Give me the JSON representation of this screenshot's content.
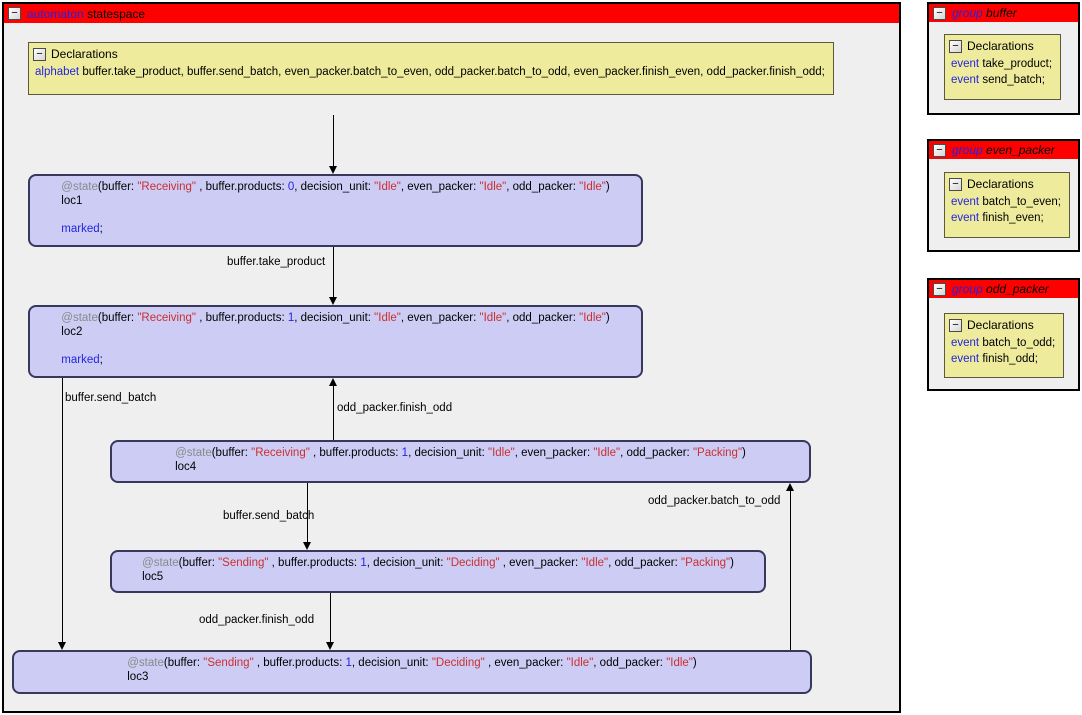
{
  "icons": {
    "collapse": "−"
  },
  "colors": {
    "title_bar_red": "#ff0000",
    "declarations_yellow": "#eeec9c",
    "state_fill_lavender": "#ccccf5",
    "state_border": "#38385c",
    "keyword_blue": "#2424e0",
    "string_red": "#cc3030",
    "annotation_gray": "#8a8a8a",
    "panel_background": "#efefef"
  },
  "strings": {
    "marked": "marked",
    "semicolon": ";"
  },
  "main": {
    "keyword": "automaton",
    "name": "statespace",
    "declarations": {
      "title": "Declarations",
      "alphabet_kw": "alphabet",
      "alphabet_rest": " buffer.take_product, buffer.send_batch, even_packer.batch_to_even, odd_packer.batch_to_odd, even_packer.finish_even, odd_packer.finish_odd;"
    }
  },
  "states": [
    {
      "id": "loc1",
      "marked": true,
      "line": [
        {
          "t": "@state",
          "c": "gray"
        },
        {
          "t": "(buffer: ",
          "c": "plain"
        },
        {
          "t": "\"Receiving\"",
          "c": "str"
        },
        {
          "t": " , buffer.products: ",
          "c": "plain"
        },
        {
          "t": "0",
          "c": "num"
        },
        {
          "t": ", decision_unit: ",
          "c": "plain"
        },
        {
          "t": "\"Idle\"",
          "c": "str"
        },
        {
          "t": ", even_packer: ",
          "c": "plain"
        },
        {
          "t": "\"Idle\"",
          "c": "str"
        },
        {
          "t": ", odd_packer: ",
          "c": "plain"
        },
        {
          "t": "\"Idle\"",
          "c": "str"
        },
        {
          "t": ")",
          "c": "plain"
        }
      ]
    },
    {
      "id": "loc2",
      "marked": true,
      "line": [
        {
          "t": "@state",
          "c": "gray"
        },
        {
          "t": "(buffer: ",
          "c": "plain"
        },
        {
          "t": "\"Receiving\"",
          "c": "str"
        },
        {
          "t": " , buffer.products: ",
          "c": "plain"
        },
        {
          "t": "1",
          "c": "num"
        },
        {
          "t": ", decision_unit: ",
          "c": "plain"
        },
        {
          "t": "\"Idle\"",
          "c": "str"
        },
        {
          "t": ", even_packer: ",
          "c": "plain"
        },
        {
          "t": "\"Idle\"",
          "c": "str"
        },
        {
          "t": ", odd_packer: ",
          "c": "plain"
        },
        {
          "t": "\"Idle\"",
          "c": "str"
        },
        {
          "t": ")",
          "c": "plain"
        }
      ]
    },
    {
      "id": "loc4",
      "marked": false,
      "line": [
        {
          "t": "@state",
          "c": "gray"
        },
        {
          "t": "(buffer: ",
          "c": "plain"
        },
        {
          "t": "\"Receiving\"",
          "c": "str"
        },
        {
          "t": " , buffer.products: ",
          "c": "plain"
        },
        {
          "t": "1",
          "c": "num"
        },
        {
          "t": ", decision_unit: ",
          "c": "plain"
        },
        {
          "t": "\"Idle\"",
          "c": "str"
        },
        {
          "t": ", even_packer: ",
          "c": "plain"
        },
        {
          "t": "\"Idle\"",
          "c": "str"
        },
        {
          "t": ", odd_packer: ",
          "c": "plain"
        },
        {
          "t": "\"Packing\"",
          "c": "str"
        },
        {
          "t": ")",
          "c": "plain"
        }
      ]
    },
    {
      "id": "loc5",
      "marked": false,
      "line": [
        {
          "t": "@state",
          "c": "gray"
        },
        {
          "t": "(buffer: ",
          "c": "plain"
        },
        {
          "t": "\"Sending\"",
          "c": "str"
        },
        {
          "t": " , buffer.products: ",
          "c": "plain"
        },
        {
          "t": "1",
          "c": "num"
        },
        {
          "t": ", decision_unit: ",
          "c": "plain"
        },
        {
          "t": "\"Deciding\"",
          "c": "str"
        },
        {
          "t": " , even_packer: ",
          "c": "plain"
        },
        {
          "t": "\"Idle\"",
          "c": "str"
        },
        {
          "t": ", odd_packer: ",
          "c": "plain"
        },
        {
          "t": "\"Packing\"",
          "c": "str"
        },
        {
          "t": ")",
          "c": "plain"
        }
      ]
    },
    {
      "id": "loc3",
      "marked": false,
      "line": [
        {
          "t": "@state",
          "c": "gray"
        },
        {
          "t": "(buffer: ",
          "c": "plain"
        },
        {
          "t": "\"Sending\"",
          "c": "str"
        },
        {
          "t": " , buffer.products: ",
          "c": "plain"
        },
        {
          "t": "1",
          "c": "num"
        },
        {
          "t": ", decision_unit: ",
          "c": "plain"
        },
        {
          "t": "\"Deciding\"",
          "c": "str"
        },
        {
          "t": " , even_packer: ",
          "c": "plain"
        },
        {
          "t": "\"Idle\"",
          "c": "str"
        },
        {
          "t": ", odd_packer: ",
          "c": "plain"
        },
        {
          "t": "\"Idle\"",
          "c": "str"
        },
        {
          "t": ")",
          "c": "plain"
        }
      ]
    }
  ],
  "edges": [
    {
      "from": "",
      "to": "loc1",
      "label": ""
    },
    {
      "from": "loc1",
      "to": "loc2",
      "label": "buffer.take_product"
    },
    {
      "from": "loc2",
      "to": "loc3",
      "label": "buffer.send_batch"
    },
    {
      "from": "loc4",
      "to": "loc2",
      "label": "odd_packer.finish_odd"
    },
    {
      "from": "loc4",
      "to": "loc5",
      "label": "buffer.send_batch"
    },
    {
      "from": "loc5",
      "to": "loc3",
      "label": "odd_packer.finish_odd"
    },
    {
      "from": "loc3",
      "to": "loc4",
      "label": "odd_packer.batch_to_odd"
    }
  ],
  "groups": [
    {
      "keyword": "group",
      "name": "buffer",
      "declarations": {
        "title": "Declarations",
        "events": [
          {
            "kw": "event",
            "rest": " take_product;"
          },
          {
            "kw": "event",
            "rest": " send_batch;"
          }
        ]
      }
    },
    {
      "keyword": "group",
      "name": "even_packer",
      "declarations": {
        "title": "Declarations",
        "events": [
          {
            "kw": "event",
            "rest": " batch_to_even;"
          },
          {
            "kw": "event",
            "rest": " finish_even;"
          }
        ]
      }
    },
    {
      "keyword": "group",
      "name": "odd_packer",
      "declarations": {
        "title": "Declarations",
        "events": [
          {
            "kw": "event",
            "rest": " batch_to_odd;"
          },
          {
            "kw": "event",
            "rest": " finish_odd;"
          }
        ]
      }
    }
  ]
}
